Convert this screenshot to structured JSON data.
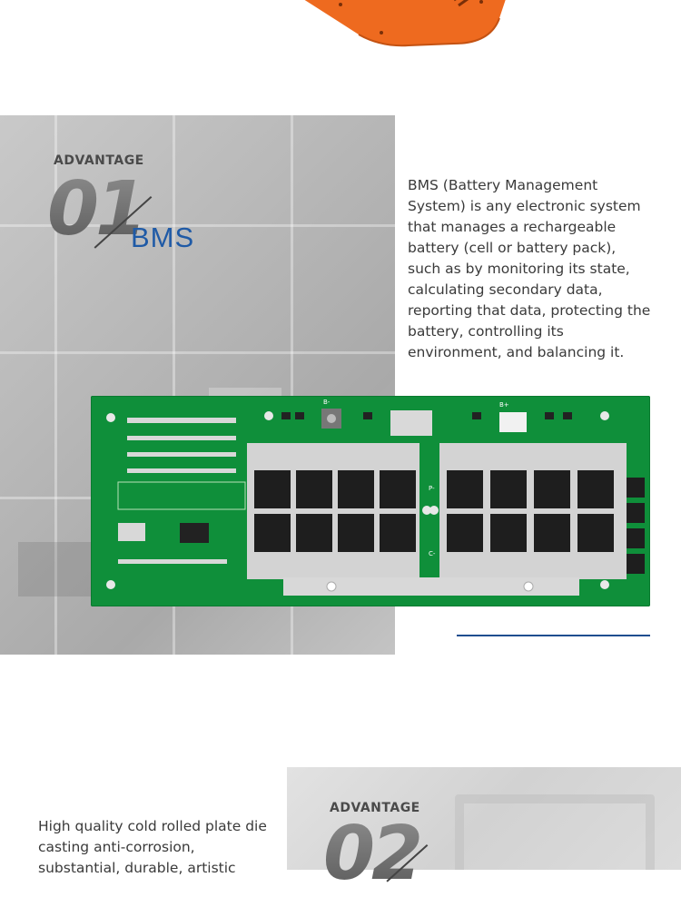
{
  "sections": [
    {
      "advantage_label": "ADVANTAGE",
      "number": "01",
      "title": "BMS",
      "description": "BMS (Battery Management System) is any electronic system that manages a rechargeable battery (cell or battery pack), such as by monitoring its state, calculating secondary data, reporting that data, protecting the battery, controlling its environment, and balancing it."
    },
    {
      "advantage_label": "ADVANTAGE",
      "number": "02",
      "description": "High quality cold rolled plate die casting anti-corrosion, substantial, durable, artistic"
    }
  ],
  "pcb": {
    "labels": [
      "B-",
      "B+",
      "P-",
      "C-"
    ]
  },
  "colors": {
    "accent_blue": "#1f5aa6",
    "orange": "#ee6a1f",
    "pcb_green": "#0f8f3a"
  }
}
